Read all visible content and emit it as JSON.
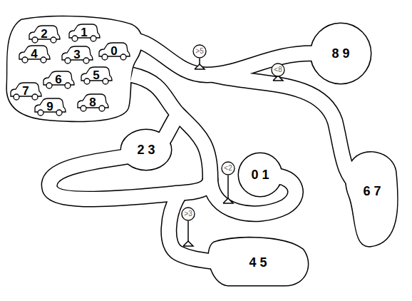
{
  "diagram": {
    "nodes": [
      {
        "text": [
          "2"
        ]
      },
      {
        "text": [
          "1"
        ]
      },
      {
        "text": [
          "4"
        ]
      },
      {
        "text": [
          "3"
        ]
      },
      {
        "text": [
          "0"
        ]
      },
      {
        "text": [
          "5"
        ]
      },
      {
        "text": [
          "6"
        ]
      },
      {
        "text": [
          "7"
        ]
      },
      {
        "text": [
          "9"
        ]
      },
      {
        "text": [
          "8"
        ]
      },
      {
        "text": [
          ">5"
        ]
      },
      {
        "text": [
          "8 9"
        ]
      },
      {
        "text": [
          "<8"
        ]
      },
      {
        "text": [
          "2 3"
        ]
      },
      {
        "text": [
          "<2"
        ]
      },
      {
        "text": [
          "0 1"
        ]
      },
      {
        "text": [
          "6 7"
        ]
      },
      {
        "text": [
          ">3"
        ]
      },
      {
        "text": [
          "4 5"
        ]
      }
    ]
  }
}
